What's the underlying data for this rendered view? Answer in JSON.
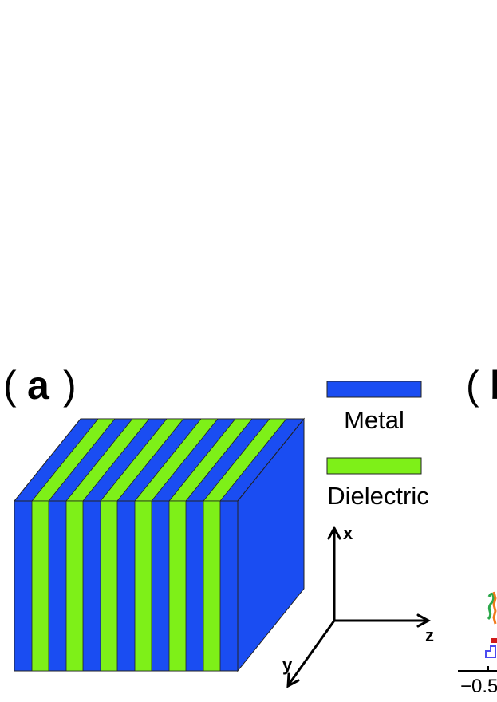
{
  "panel_a": {
    "open_paren": "(",
    "letter": "a",
    "close_paren": ")"
  },
  "panel_b": {
    "open_paren": "(",
    "letter": "b",
    "tick_label": "−0.5"
  },
  "legend": {
    "metal_label": "Metal",
    "dielectric_label": "Dielectric",
    "metal_color": "#1a4df2",
    "dielectric_color": "#7ef018"
  },
  "axes": {
    "x_label": "x",
    "y_label": "y",
    "z_label": "z"
  }
}
